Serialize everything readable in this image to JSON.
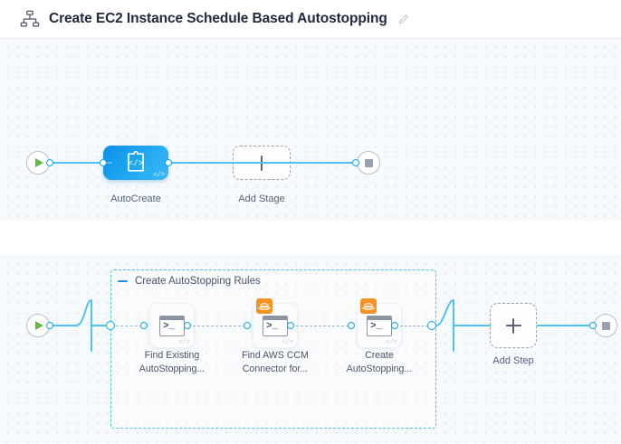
{
  "header": {
    "icon": "pipeline-icon",
    "title": "Create EC2 Instance Schedule Based Autostopping",
    "edit_icon": "edit-pencil-icon"
  },
  "colors": {
    "accent_blue": "#4fc3f0",
    "port_blue": "#0fa5e9",
    "stage_blue": "#1ea7f0",
    "group_border": "#4cc2f1",
    "start_green": "#5fbb46",
    "stop_gray": "#9aa1ae",
    "aws_orange": "#f59425",
    "canvas_bg": "#f7fafc",
    "dot_grid": "#dde6ef"
  },
  "stage_canvas": {
    "start_node": {
      "name": "pipeline-start",
      "icon": "play-icon"
    },
    "stages": [
      {
        "id": "autocreate",
        "label": "AutoCreate",
        "icon": "puzzle-code-icon",
        "corner_icon": "code-icon",
        "type": "custom-stage"
      }
    ],
    "add_stage": {
      "label": "Add Stage",
      "icon": "plus-icon"
    },
    "end_node": {
      "name": "pipeline-end",
      "icon": "stop-icon"
    }
  },
  "step_canvas": {
    "start_node": {
      "name": "execution-start",
      "icon": "play-icon"
    },
    "group": {
      "title": "Create AutoStopping Rules",
      "collapse_icon": "minus-icon",
      "steps": [
        {
          "id": "find-existing",
          "label_line1": "Find Existing",
          "label_line2": "AutoStopping...",
          "icon": "shell-script-icon",
          "glyph": ">_",
          "corner_icon": "code-icon",
          "badge": null
        },
        {
          "id": "find-aws-ccm-connector",
          "label_line1": "Find AWS CCM",
          "label_line2": "Connector for...",
          "icon": "shell-script-icon",
          "glyph": ">_",
          "corner_icon": "code-icon",
          "badge": "aws-icon"
        },
        {
          "id": "create-autostopping",
          "label_line1": "Create",
          "label_line2": "AutoStopping...",
          "icon": "shell-script-icon",
          "glyph": ">_",
          "corner_icon": "code-icon",
          "badge": "aws-icon"
        }
      ]
    },
    "add_step": {
      "label": "Add Step",
      "icon": "plus-icon"
    },
    "end_node": {
      "name": "execution-end",
      "icon": "stop-icon"
    }
  }
}
